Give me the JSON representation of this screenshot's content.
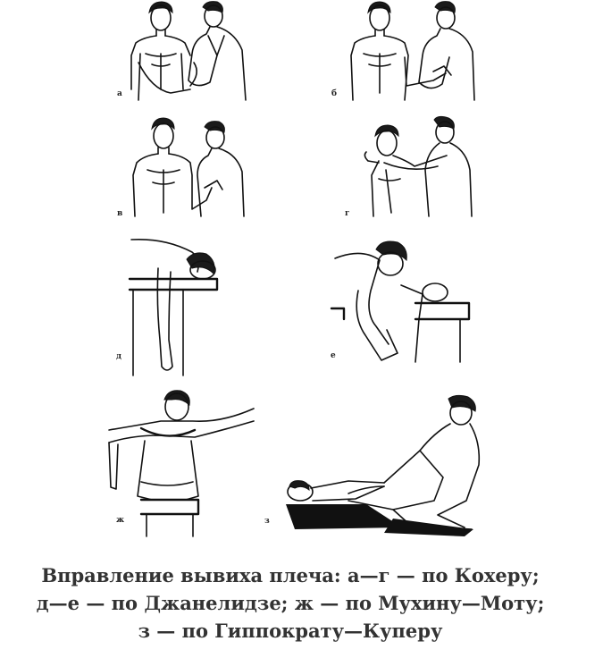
{
  "figure": {
    "panel_labels": {
      "a": "а",
      "b": "б",
      "v": "в",
      "g": "г",
      "d": "д",
      "e": "е",
      "zh": "ж",
      "z": "з"
    },
    "caption": {
      "line1": "Вправление вывиха плеча: а—г — по Кохеру;",
      "line2": "д—е — по Джанелидзе; ж — по Мухину—Моту;",
      "line3": "з — по Гиппократу—Куперу"
    }
  }
}
